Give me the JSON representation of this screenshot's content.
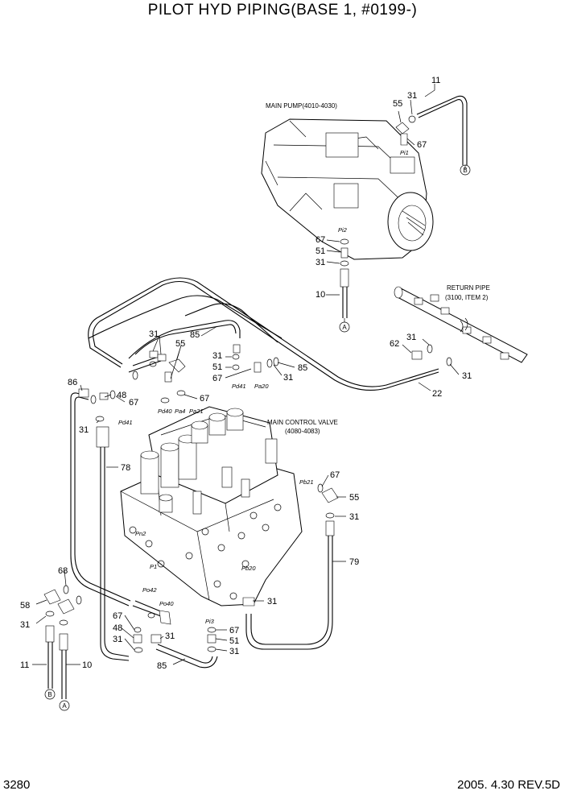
{
  "title": "PILOT HYD PIPING(BASE 1, #0199-)",
  "page_number": "3280",
  "revision": "2005. 4.30  REV.5D",
  "assemblies": {
    "main_pump": "MAIN PUMP(4010-4030)",
    "return_pipe_1": "RETURN PIPE",
    "return_pipe_2": "(3100, ITEM 2)",
    "mcv_1": "MAIN CONTROL VALVE",
    "mcv_2": "(4080-4083)"
  },
  "ports": {
    "pi1": "Pi1",
    "pi2": "Pi2",
    "pd41": "Pd41",
    "pa20": "Pa20",
    "pd40": "Pd40",
    "pa4": "Pa4",
    "pa21": "Pa21",
    "pb21": "Pb21",
    "pb20": "Pb20",
    "pn2": "Pn2",
    "po42": "Po42",
    "po40": "Po40",
    "pi3": "Pi3",
    "p1": "P1"
  },
  "connectors": {
    "a": "A",
    "b": "B"
  },
  "callouts": {
    "c11": "11",
    "c31a": "31",
    "c55a": "55",
    "c67a": "67",
    "c67b": "67",
    "c51a": "51",
    "c31b": "31",
    "c10a": "10",
    "c31c": "31",
    "c85a": "85",
    "c55b": "55",
    "c31d": "31",
    "c51b": "51",
    "c67c": "67",
    "c85b": "85",
    "c31e": "31",
    "c62": "62",
    "c31f": "31",
    "c31g": "31",
    "c22": "22",
    "c86": "86",
    "c48a": "48",
    "c67d": "67",
    "c67e": "67",
    "c31h": "31",
    "c78": "78",
    "c67f": "67",
    "c55c": "55",
    "c31i": "31",
    "c79": "79",
    "c68": "68",
    "c58": "58",
    "c31j": "31",
    "c11b": "11",
    "c10b": "10",
    "c67g": "67",
    "c48b": "48",
    "c31k": "31",
    "c31l": "31",
    "c85c": "85",
    "c31m": "31",
    "c67h": "67",
    "c51c": "51",
    "c31n": "31"
  }
}
